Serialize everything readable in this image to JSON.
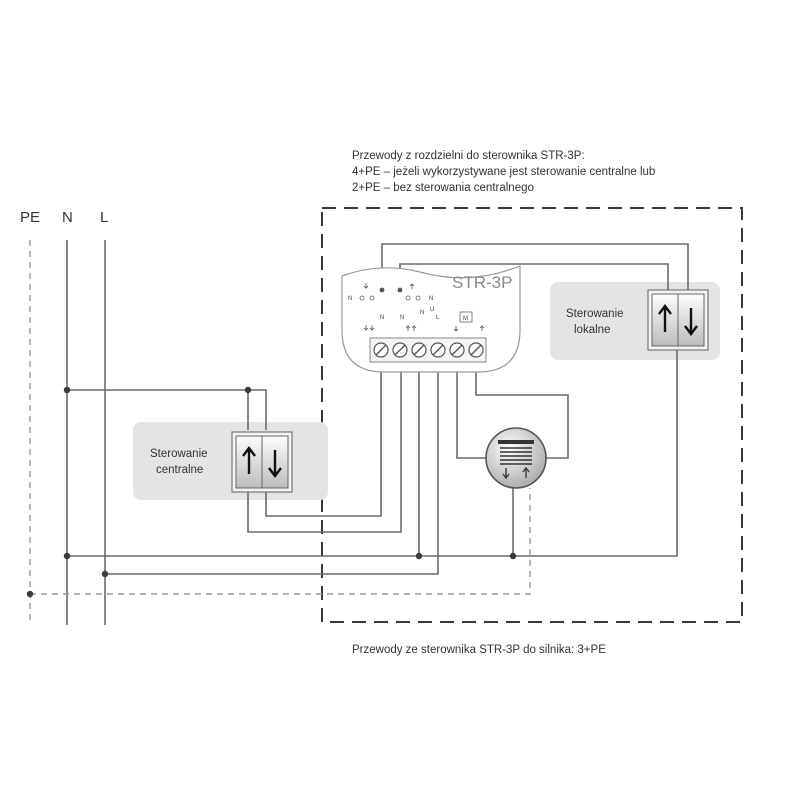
{
  "rails": {
    "pe": "PE",
    "n": "N",
    "l": "L"
  },
  "notes": {
    "top_line1": "Przewody z rozdzielni do sterownika STR-3P:",
    "top_line2": "4+PE – jeżeli wykorzystywane jest sterowanie centralne lub",
    "top_line3": "2+PE – bez sterowania centralnego",
    "bottom": "Przewody ze sterownika STR-3P do silnika: 3+PE"
  },
  "controller": {
    "title": "STR-3P",
    "symbols": {
      "n1": "N",
      "n2": "N",
      "n3": "N",
      "n4": "N",
      "n5": "N",
      "u": "U",
      "l": "L",
      "m": "M"
    }
  },
  "central_panel": {
    "line1": "Sterowanie",
    "line2": "centralne"
  },
  "local_panel": {
    "line1": "Sterowanie",
    "line2": "lokalne"
  },
  "colors": {
    "wire": "#6a6a6a",
    "panel_bg": "#e4e4e4",
    "frame": "#3a3a3a"
  }
}
